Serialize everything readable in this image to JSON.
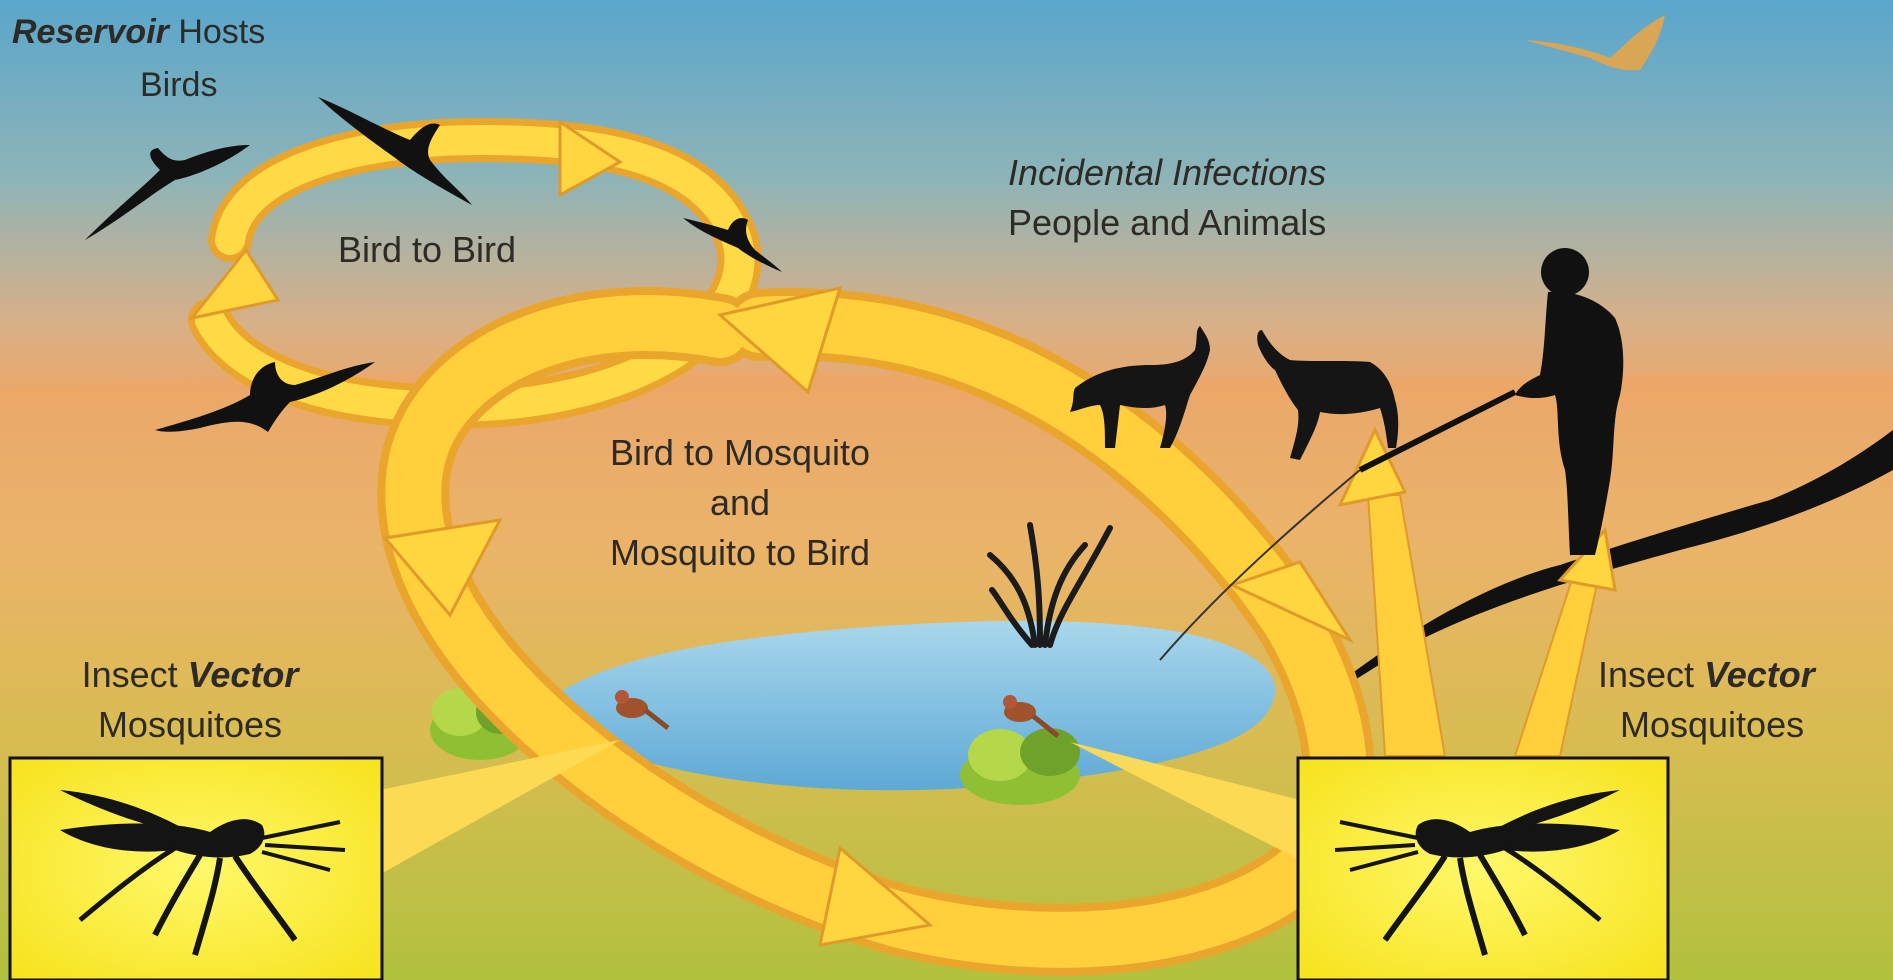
{
  "labels": {
    "reservoir": {
      "word": "Reservoir",
      "rest": "Hosts",
      "sub": "Birds"
    },
    "bird_to_bird": "Bird to Bird",
    "bird_mosquito": {
      "line1": "Bird to Mosquito",
      "line2": "and",
      "line3": "Mosquito to Bird"
    },
    "incidental": {
      "line1": "Incidental Infections",
      "line2": "People and Animals"
    },
    "vector_left": {
      "pre": "Insect",
      "word": "Vector",
      "sub": "Mosquitoes"
    },
    "vector_right": {
      "pre": "Insect",
      "word": "Vector",
      "sub": "Mosquitoes"
    }
  },
  "colors": {
    "sky_top": "#5aa6cc",
    "sky_mid": "#b9b9a0",
    "horizon": "#e9a968",
    "ground": "#e3b45e",
    "ground_low": "#b7c042",
    "arrow": "#f6c73a",
    "arrow_light": "#ffe36a",
    "arrow_shade": "#e09a2a",
    "silhouette": "#111111",
    "water": "#7cc0e2",
    "box": "#fff22e",
    "text": "#2e2a26"
  }
}
